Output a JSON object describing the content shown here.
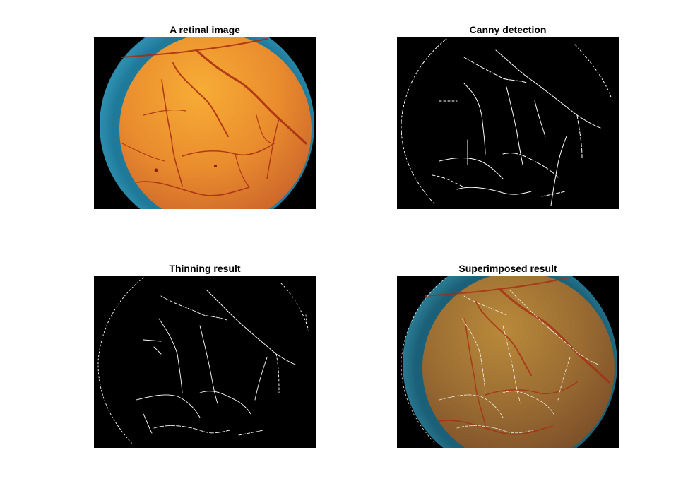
{
  "figure": {
    "panels": [
      {
        "title": "A retinal image"
      },
      {
        "title": "Canny detection"
      },
      {
        "title": "Thinning result"
      },
      {
        "title": "Superimposed result"
      }
    ]
  },
  "colors": {
    "background": "#ffffff",
    "image_background": "#000000",
    "retina_orange": "#e8902c",
    "retina_rim_blue": "#2f8fb0",
    "vessel_red": "#a82a10",
    "edge_white": "#ffffff"
  }
}
